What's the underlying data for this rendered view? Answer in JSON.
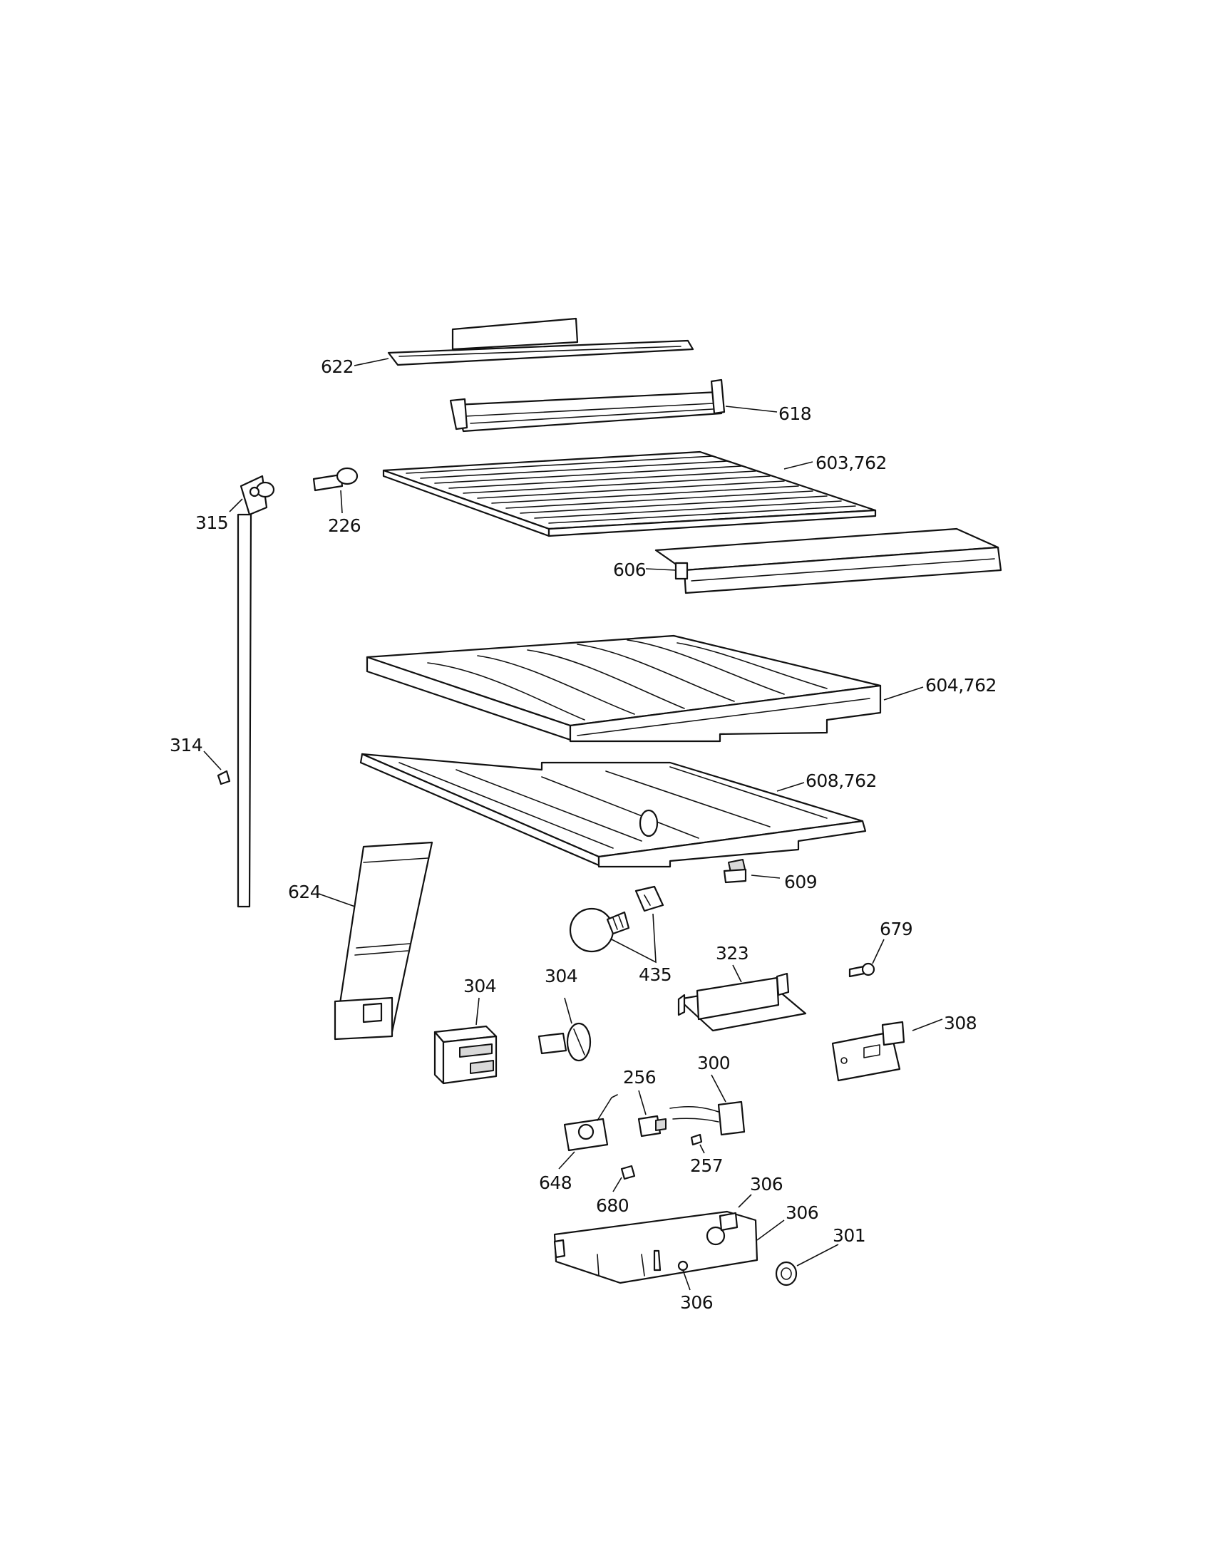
{
  "callouts": {
    "c622": "622",
    "c618": "618",
    "c603_762": "603,762",
    "c226": "226",
    "c315": "315",
    "c606": "606",
    "c604_762": "604,762",
    "c314": "314",
    "c608_762": "608,762",
    "c624": "624",
    "c609": "609",
    "c679": "679",
    "c323": "323",
    "c435": "435",
    "c304_left": "304",
    "c304_right": "304",
    "c308": "308",
    "c256": "256",
    "c300": "300",
    "c648": "648",
    "c257": "257",
    "c680": "680",
    "c306_top": "306",
    "c306_mid": "306",
    "c306_bottom": "306",
    "c301": "301"
  },
  "colors": {
    "ink": "#111111",
    "paper": "#ffffff"
  }
}
